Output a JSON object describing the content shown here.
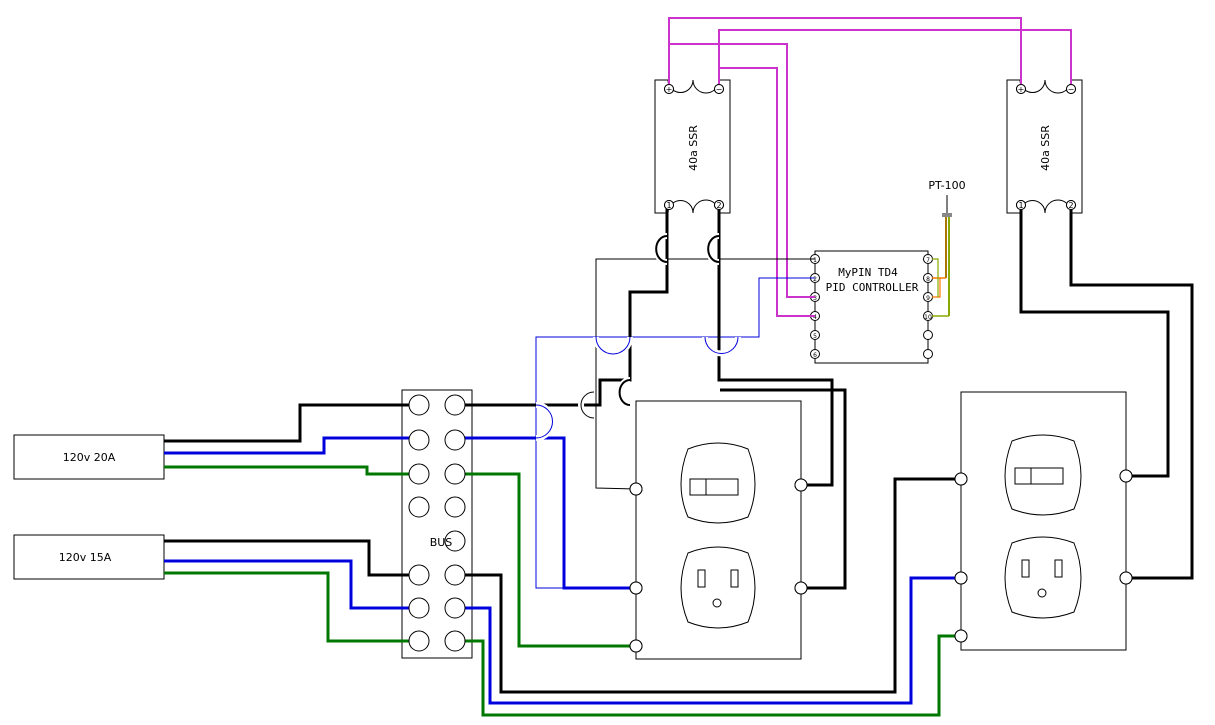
{
  "diagram": {
    "sources": {
      "source_20a": "120v  20A",
      "source_15a": "120v  15A"
    },
    "bus_label": "BUS",
    "ssr_left_label": "40a SSR",
    "ssr_right_label": "40a SSR",
    "controller": {
      "line1": "MyPIN TD4",
      "line2": "PID CONTROLLER",
      "terminals_left": [
        "1",
        "2",
        "3",
        "4",
        "5",
        "6"
      ],
      "terminals_right": [
        "7",
        "8",
        "9",
        "10",
        "",
        ""
      ]
    },
    "sensor_label": "PT-100",
    "ssr_terminals": {
      "plus": "+",
      "minus": "−",
      "t1": "1",
      "t2": "2"
    }
  },
  "colors": {
    "hot": "#000000",
    "neutral": "#0000dd",
    "ground": "#007700",
    "control": "#cc33cc",
    "sensor": "#aa7700",
    "sensor_alt": "#ff7700",
    "sensor_green": "#88aa00"
  }
}
